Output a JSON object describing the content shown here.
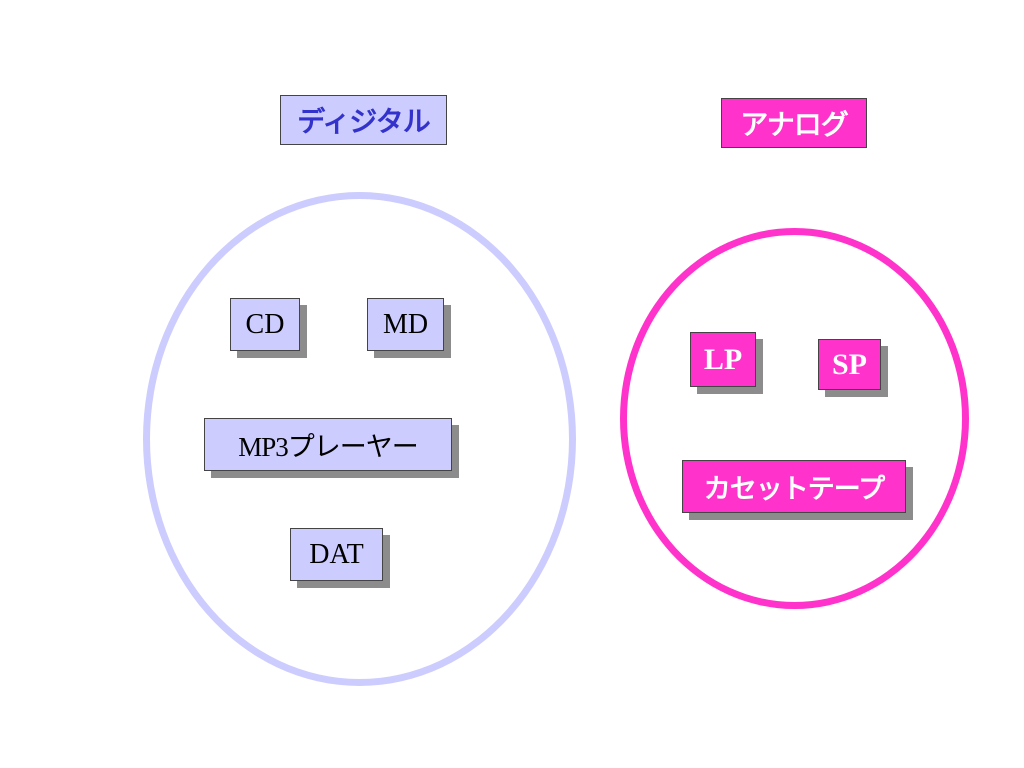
{
  "digital": {
    "heading": "ディジタル",
    "color": "#ccccff",
    "text_color": "#3333cc",
    "items": [
      "CD",
      "MD",
      "MP3プレーヤー",
      "DAT"
    ]
  },
  "analog": {
    "heading": "アナログ",
    "color": "#ff33cc",
    "text_color": "#ffffff",
    "items": [
      "LP",
      "SP",
      "カセットテープ"
    ]
  }
}
